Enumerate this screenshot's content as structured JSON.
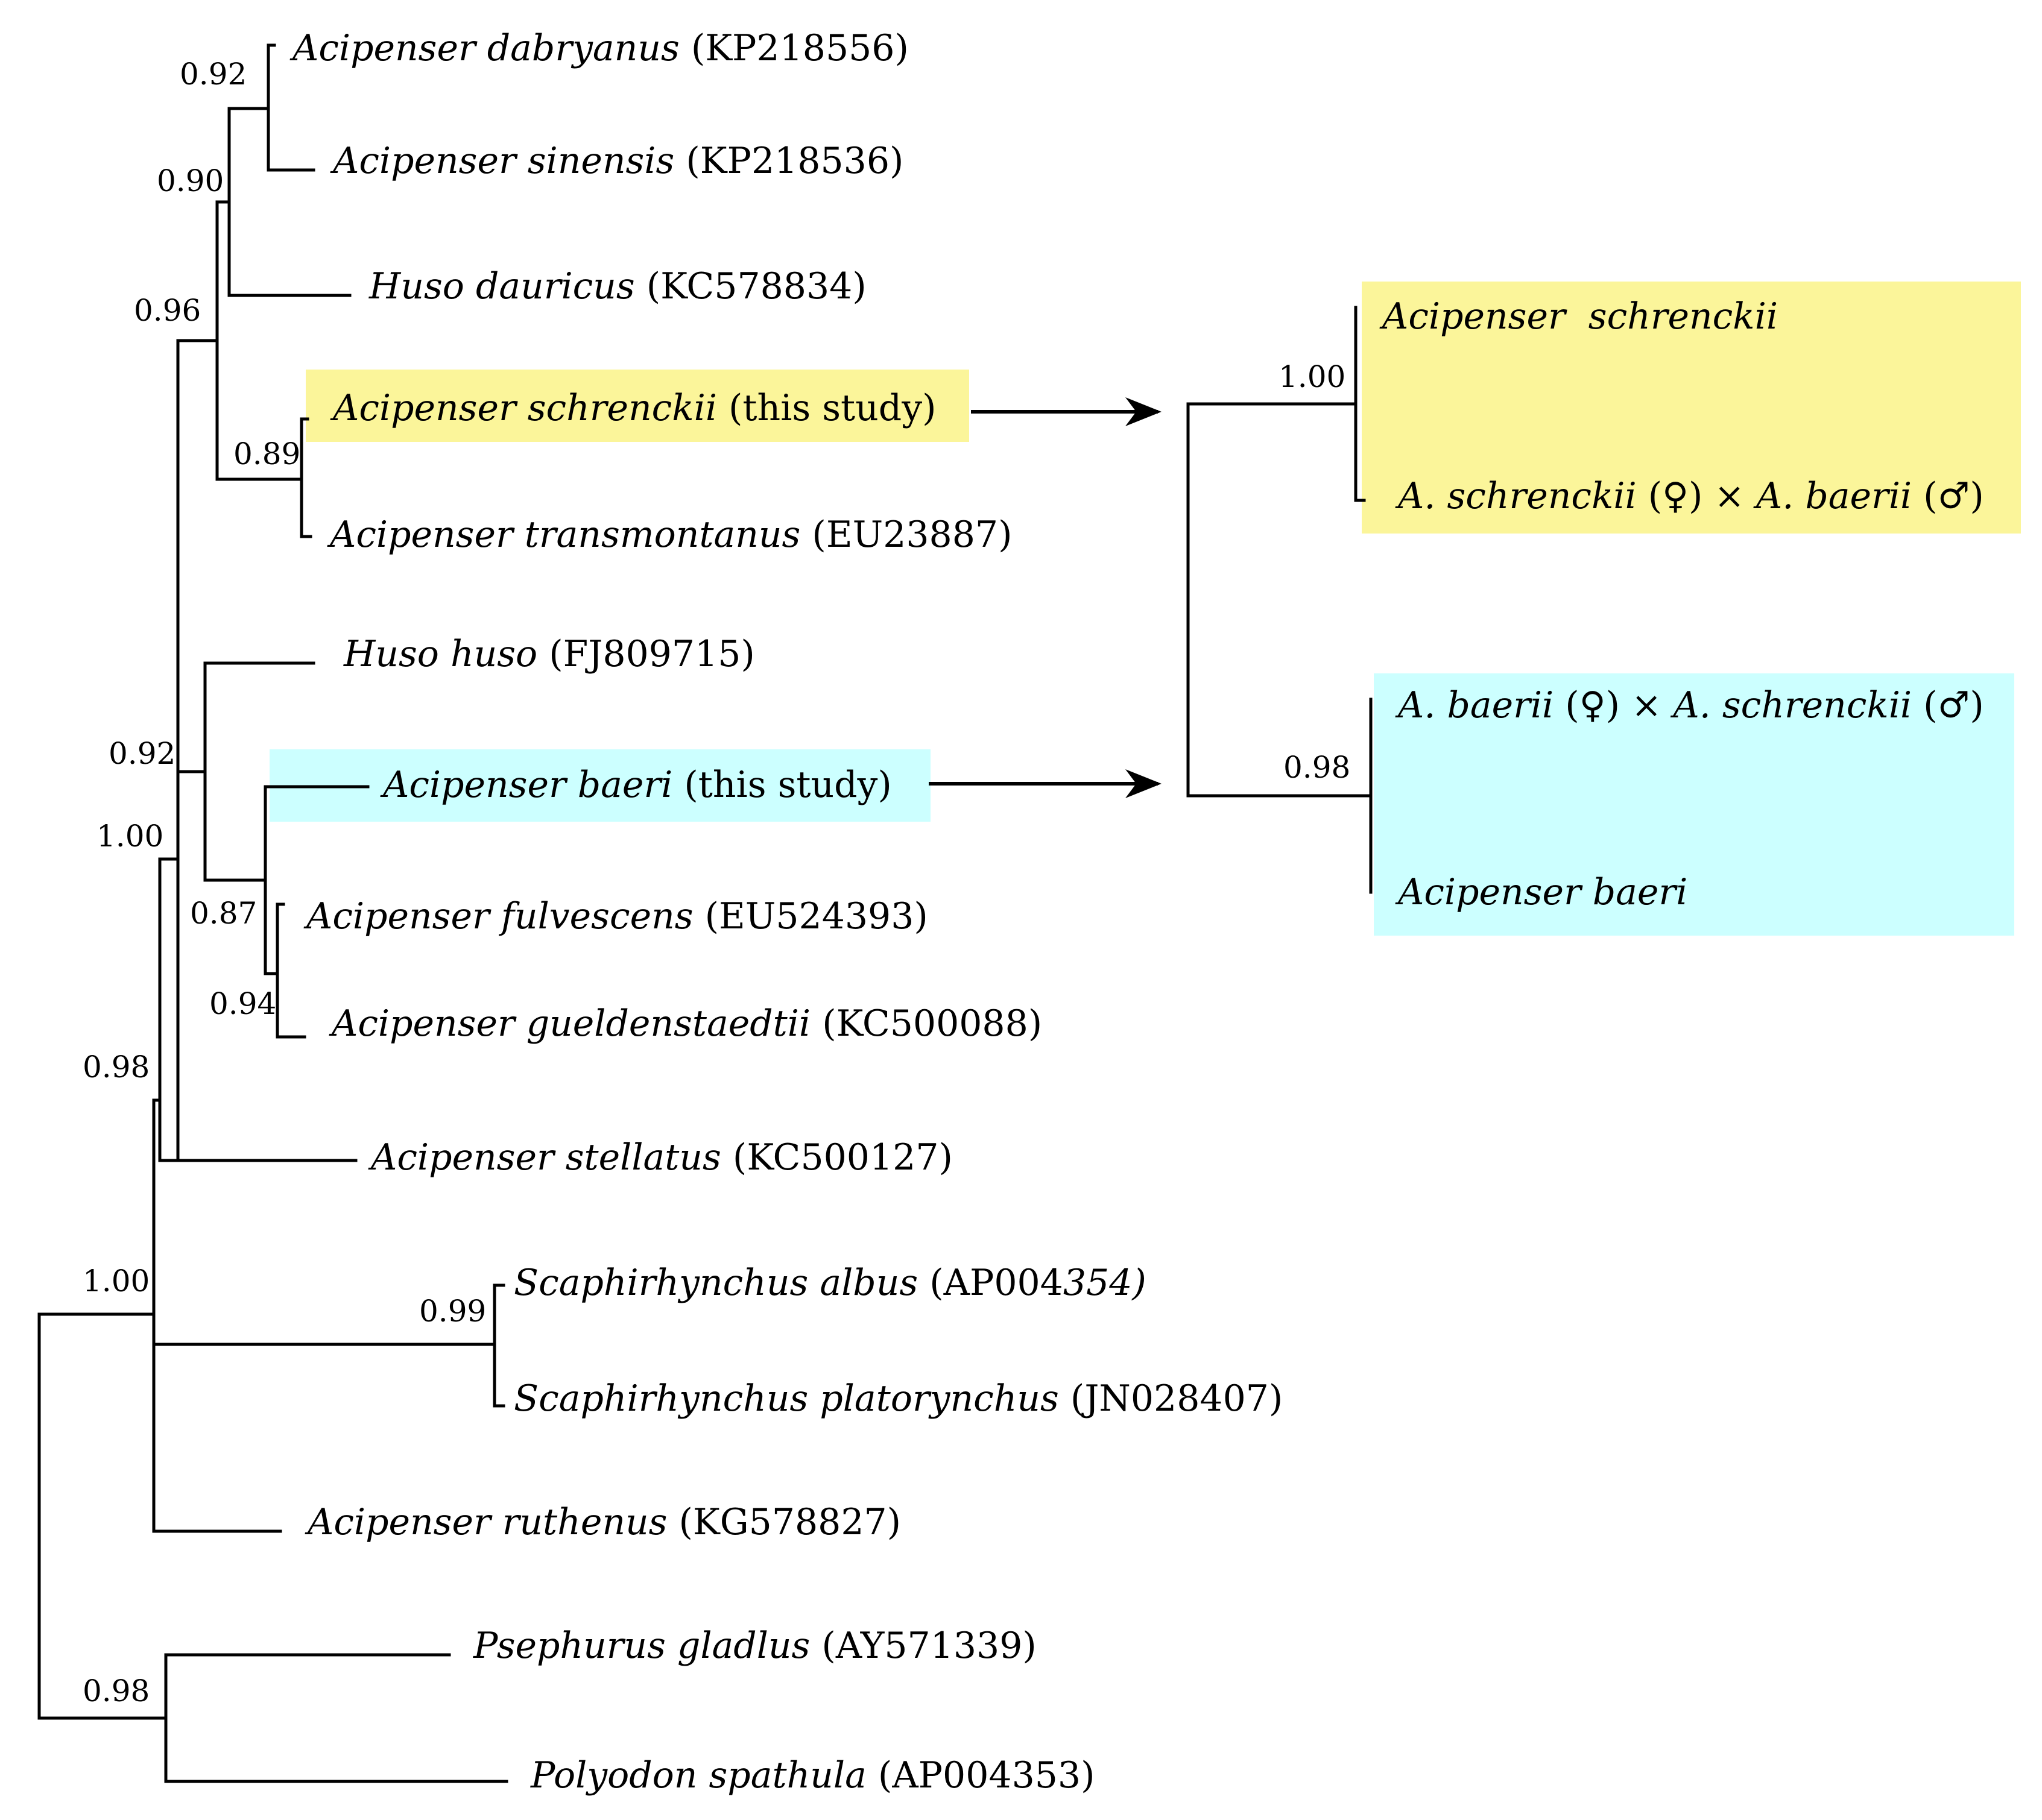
{
  "colors": {
    "highlight_yellow": "#fbf59a",
    "highlight_cyan": "#ccffff",
    "line": "#000000"
  },
  "taxa": [
    {
      "id": "t1",
      "species": "Acipenser dabryanus",
      "suffix": " (KP218556)"
    },
    {
      "id": "t2",
      "species": "Acipenser sinensis",
      "suffix": " (KP218536)"
    },
    {
      "id": "t3",
      "species": "Huso dauricus",
      "suffix": " (KC578834)"
    },
    {
      "id": "t4",
      "species": "Acipenser schrenckii",
      "suffix": " (this study)"
    },
    {
      "id": "t5",
      "species": "Acipenser transmontanus",
      "suffix": " (EU23887)"
    },
    {
      "id": "t6",
      "species": "Huso huso",
      "suffix": " (FJ809715)"
    },
    {
      "id": "t7",
      "species": "Acipenser baeri",
      "suffix": " (this study)"
    },
    {
      "id": "t8",
      "species": "Acipenser fulvescens",
      "suffix": " (EU524393)"
    },
    {
      "id": "t9",
      "species": "Acipenser gueldenstaedtii",
      "suffix": " (KC500088)"
    },
    {
      "id": "t10",
      "species": "Acipenser stellatus",
      "suffix": " (KC500127)"
    },
    {
      "id": "t11",
      "species": "Scaphirhynchus albus",
      "suffix": " (AP004",
      "suffix_italic": "354)"
    },
    {
      "id": "t12",
      "species": "Scaphirhynchus platorynchus",
      "suffix": " (JN028407)"
    },
    {
      "id": "t13",
      "species": "Acipenser ruthenus",
      "suffix": " (KG578827)"
    },
    {
      "id": "t14",
      "species": "Psephurus gladlus",
      "suffix": " (AY571339)"
    },
    {
      "id": "t15",
      "species": "Polyodon spathula",
      "suffix": " (AP004353)"
    }
  ],
  "right_taxa": [
    {
      "id": "r1",
      "text": "Acipenser  schrenckii"
    },
    {
      "id": "r2",
      "part1": "A. schrenckii",
      "part2": " (♀) × ",
      "part3": "A. baerii",
      "part4": " (♂)"
    },
    {
      "id": "r3",
      "part1": "A. baerii",
      "part2": " (♀) × ",
      "part3": "A. schrenckii",
      "part4": " (♂)"
    },
    {
      "id": "r4",
      "text": "Acipenser baeri"
    }
  ],
  "support": [
    {
      "id": "b1",
      "value": "0.92"
    },
    {
      "id": "b2",
      "value": "0.90"
    },
    {
      "id": "b3",
      "value": "0.96"
    },
    {
      "id": "b4",
      "value": "0.89"
    },
    {
      "id": "b5",
      "value": "0.92"
    },
    {
      "id": "b6",
      "value": "1.00"
    },
    {
      "id": "b7",
      "value": "0.87"
    },
    {
      "id": "b8",
      "value": "0.94"
    },
    {
      "id": "b9",
      "value": "0.98"
    },
    {
      "id": "b10",
      "value": "1.00"
    },
    {
      "id": "b11",
      "value": "0.99"
    },
    {
      "id": "b12",
      "value": "0.98"
    },
    {
      "id": "b13",
      "value": "1.00"
    },
    {
      "id": "b14",
      "value": "0.98"
    }
  ]
}
